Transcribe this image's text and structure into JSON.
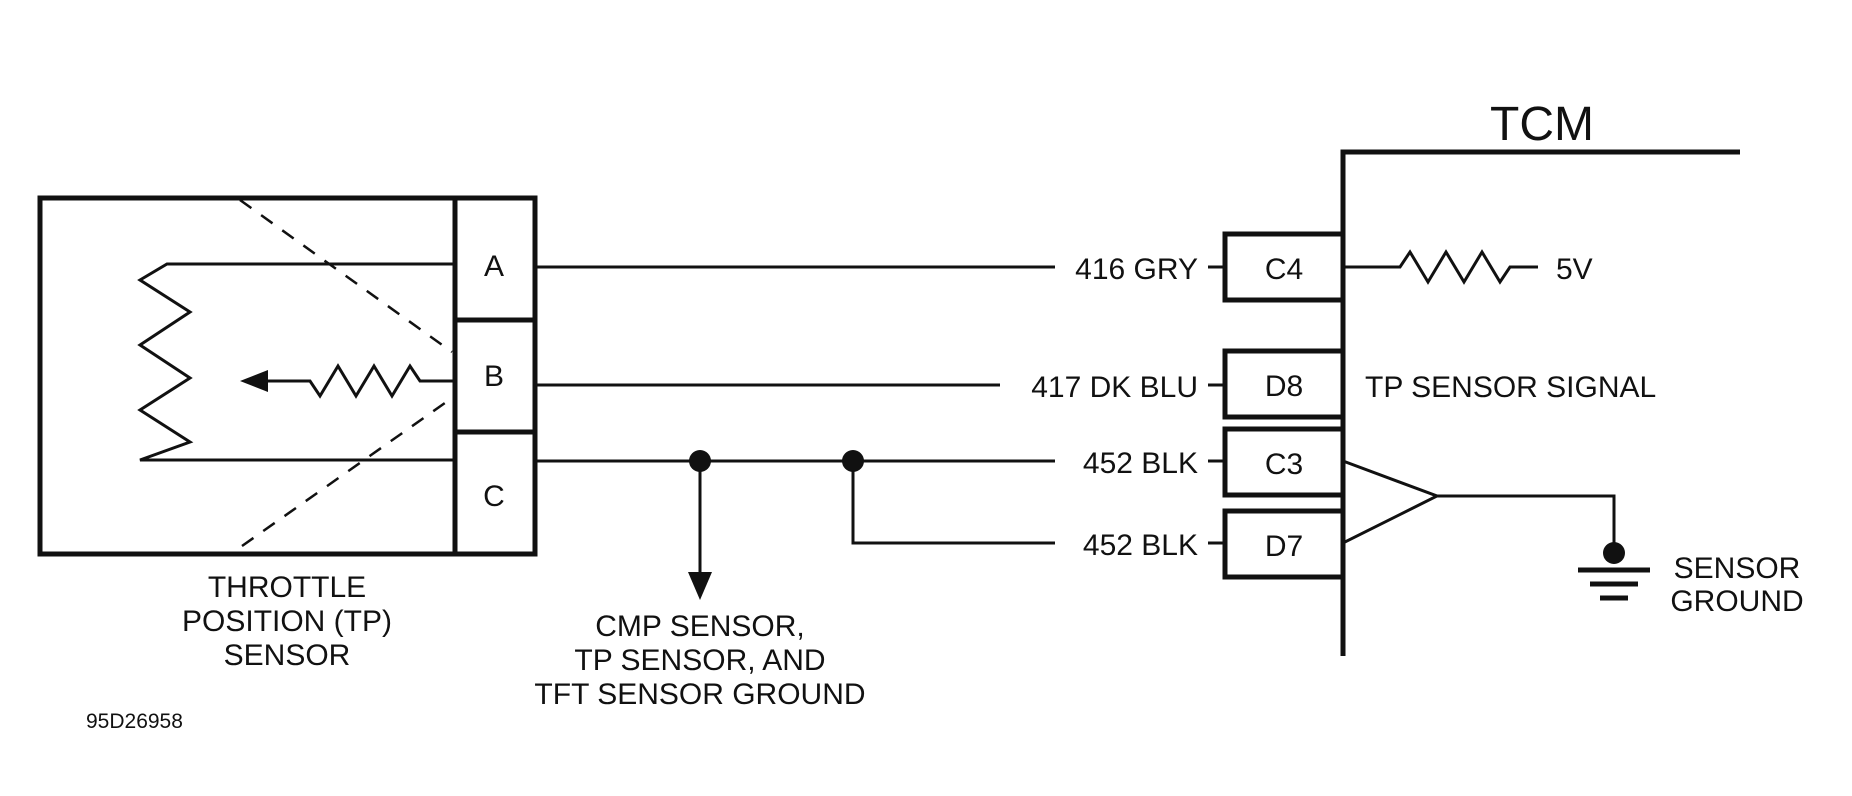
{
  "tcm": {
    "title": "TCM"
  },
  "tp_sensor": {
    "pins": [
      "A",
      "B",
      "C"
    ],
    "label_lines": [
      "THROTTLE",
      "POSITION (TP)",
      "SENSOR"
    ]
  },
  "tcm_pins": {
    "c4": "C4",
    "d8": "D8",
    "c3": "C3",
    "d7": "D7"
  },
  "wires": {
    "a": "416 GRY",
    "b": "417 DK BLU",
    "c3": "452 BLK",
    "d7": "452 BLK"
  },
  "labels": {
    "five_v": "5V",
    "tp_signal": "TP SENSOR SIGNAL",
    "sensor_ground": [
      "SENSOR",
      "GROUND"
    ],
    "cmp_ground": [
      "CMP SENSOR,",
      "TP SENSOR, AND",
      "TFT SENSOR GROUND"
    ],
    "figure_id": "95D26958"
  }
}
